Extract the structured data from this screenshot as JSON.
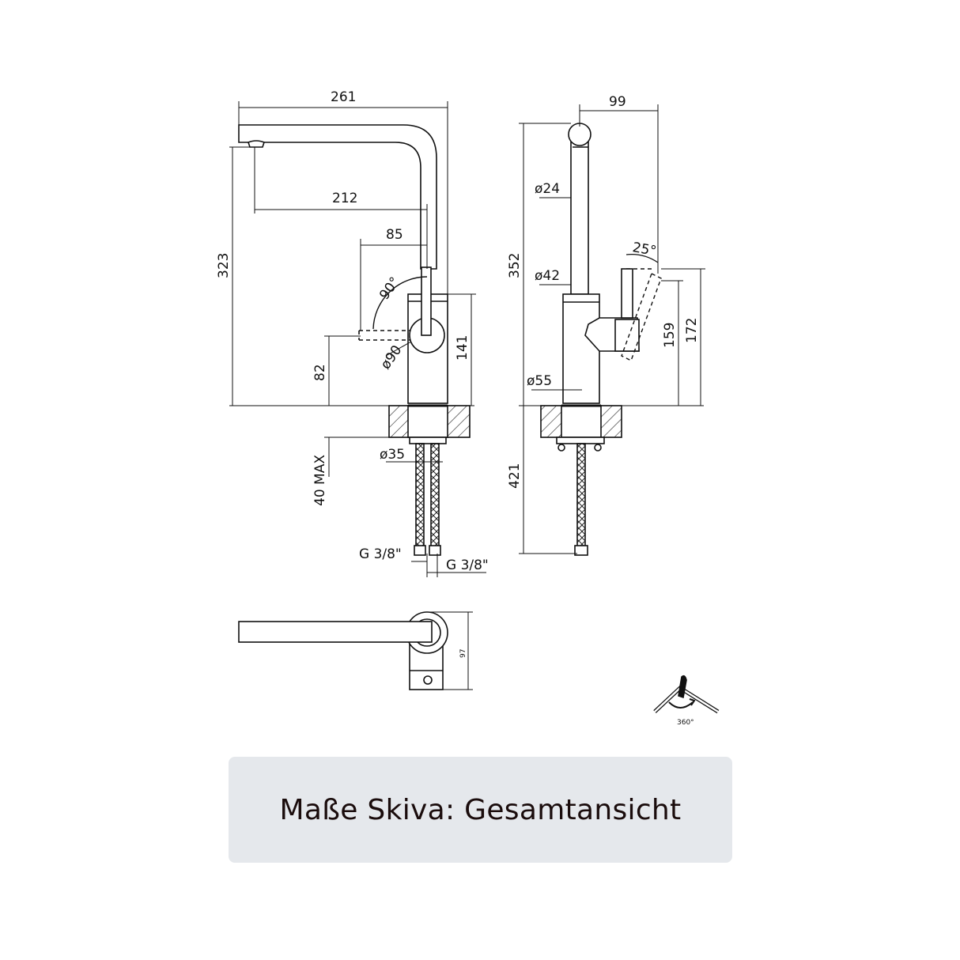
{
  "caption": "Maße Skiva: Gesamtansicht",
  "front_view": {
    "total_width": "261",
    "spout_reach": "212",
    "lever_offset": "85",
    "lever_angle": "90°",
    "spout_height": "323",
    "handle_height": "82",
    "body_height": "141",
    "body_diameter": "ø90",
    "counter_thickness": "40 MAX",
    "shank_diameter": "ø35",
    "connection_left": "G 3/8\"",
    "connection_right": "G 3/8\""
  },
  "side_view": {
    "depth": "99",
    "total_height": "352",
    "spout_diameter": "ø24",
    "upper_diameter": "ø42",
    "base_diameter": "ø55",
    "lever_tilt": "25°",
    "lever_height_inner": "159",
    "lever_height_outer": "172",
    "hose_length": "421"
  },
  "top_view": {
    "depth": "97"
  },
  "rotation_icon": {
    "label": "360°",
    "icon": "rotation-360-icon"
  }
}
